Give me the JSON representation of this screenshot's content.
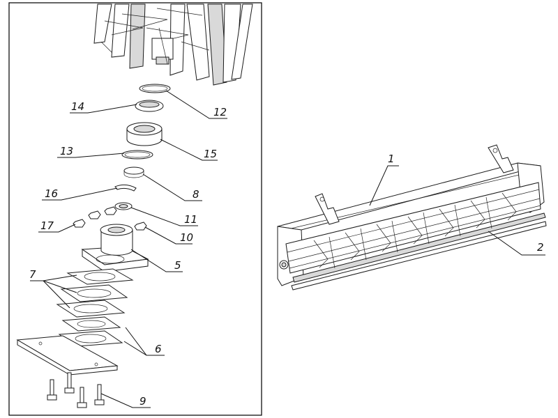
{
  "exploded_view": {
    "callouts": [
      "14",
      "12",
      "15",
      "13",
      "8",
      "16",
      "11",
      "17",
      "10",
      "5",
      "7",
      "6",
      "9"
    ]
  },
  "assembly_view": {
    "callouts": [
      "1",
      "2"
    ]
  }
}
